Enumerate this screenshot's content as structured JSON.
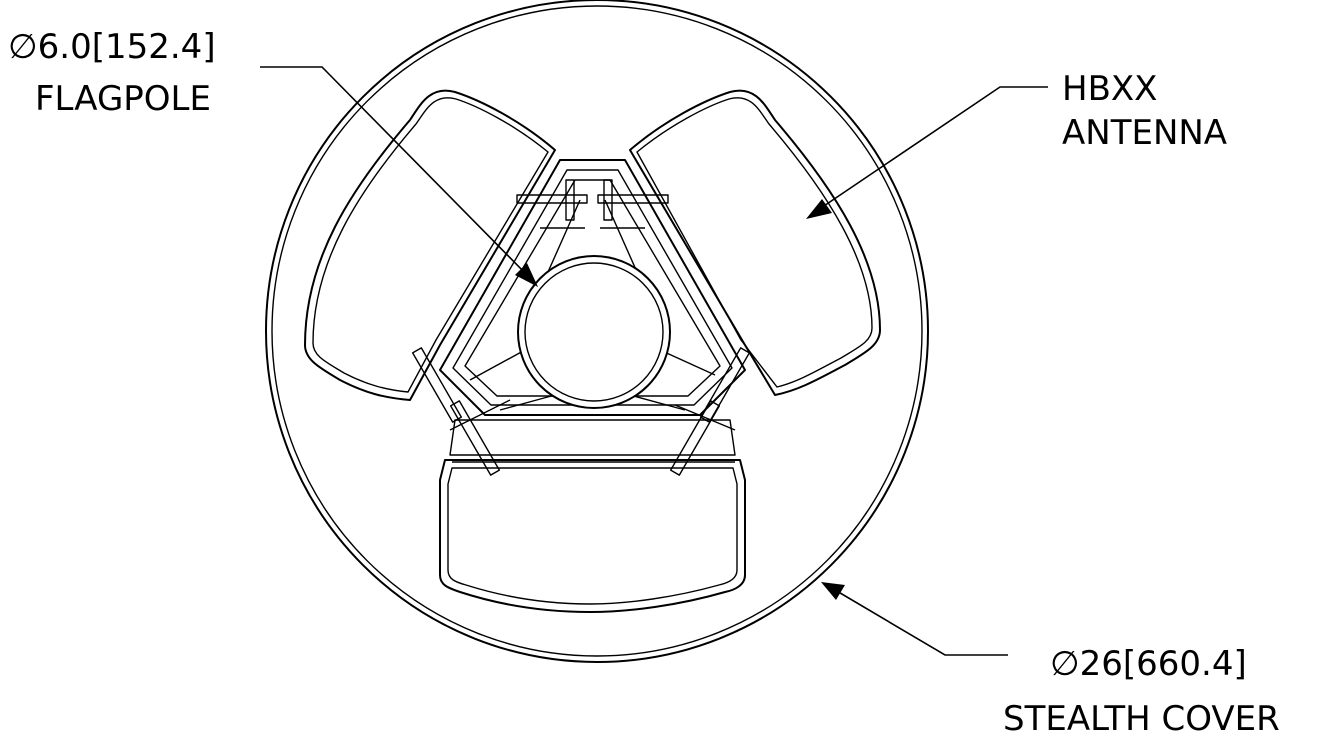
{
  "labels": {
    "flagpole_dia": "6.0",
    "flagpole_metric": "152.4",
    "flagpole_name": "FLAGPOLE",
    "antenna_line1": "HBXX",
    "antenna_line2": "ANTENNA",
    "cover_dia": "26",
    "cover_metric": "660.4",
    "cover_name": "STEALTH COVER"
  },
  "symbols": {
    "diameter": "∅"
  },
  "colors": {
    "line": "#000000",
    "background": "#ffffff"
  }
}
